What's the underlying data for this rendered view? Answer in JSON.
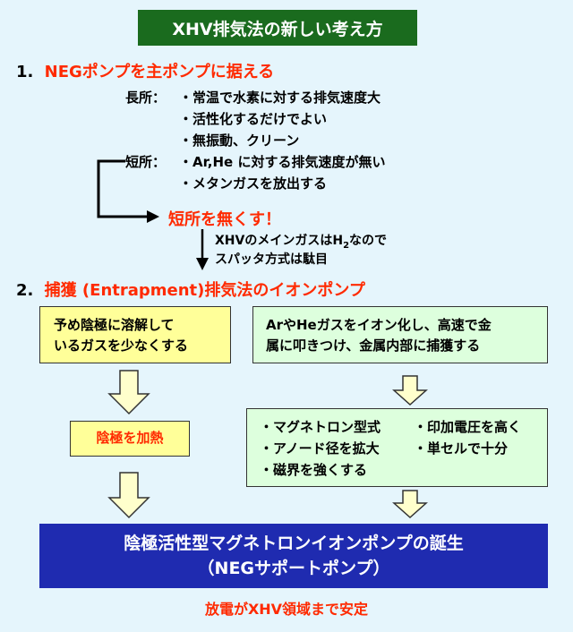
{
  "title": "XHV排気法の新しい考え方",
  "section1": {
    "number": "1.",
    "heading": "NEGポンプを主ポンプに据える",
    "pros_label": "長所：",
    "pros": [
      "・常温で水素に対する排気速度大",
      "・活性化するだけでよい",
      "・無振動、クリーン"
    ],
    "cons_label": "短所：",
    "cons": [
      "・Ar,He に対する排気速度が無い",
      "・メタンガスを放出する"
    ],
    "emphasis": "短所を無くす！",
    "note_line1_pre": "XHVのメインガスはH",
    "note_line1_sub": "2",
    "note_line1_post": "なので",
    "note_line2": "スパッタ方式は駄目"
  },
  "section2": {
    "number": "2.",
    "heading": "捕獲 (Entrapment)排気法のイオンポンプ",
    "left_box_lines": [
      "予め陰極に溶解して",
      "いるガスを少なくする"
    ],
    "heat_box": "陰極を加熱",
    "right_box_lines": [
      "ArやHeガスをイオン化し、高速で金",
      "属に叩きつけ、金属内部に捕獲する"
    ],
    "methods_col1": [
      "・マグネトロン型式",
      "・アノード径を拡大",
      "・磁界を強くする"
    ],
    "methods_col2": [
      "・印加電圧を高く",
      "・単セルで十分"
    ]
  },
  "result": {
    "line1": "陰極活性型マグネトロンイオンポンプの誕生",
    "line2": "（NEGサポートポンプ）"
  },
  "footer": "放電がXHV領域まで安定",
  "colors": {
    "background": "#e5f5fc",
    "title_bg": "#1a6b1e",
    "accent_red": "#ff2a00",
    "yellow_box": "#ffff99",
    "green_box": "#ddffdd",
    "result_bg": "#1f2bb0"
  }
}
